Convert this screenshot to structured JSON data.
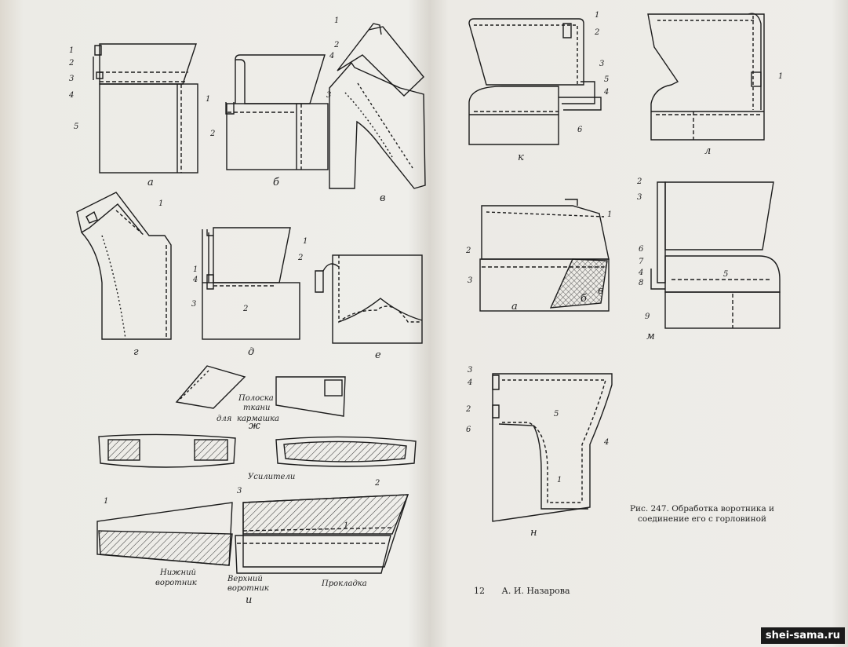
{
  "figure": {
    "caption": "Рис. 247. Обработка воротника и соединение его с горловиной",
    "page_number": "12",
    "author": "А. И. Назарова",
    "watermark": "shei-sama.ru"
  },
  "sub_labels": {
    "a": "а",
    "b": "б",
    "v": "в",
    "g": "г",
    "d": "д",
    "e": "е",
    "zh": "ж",
    "i": "и",
    "k": "к",
    "l": "л",
    "m": "м",
    "n": "н",
    "m_a": "а",
    "m_b": "б",
    "m_v": "в"
  },
  "annotations": {
    "strip_line1": "Полоска",
    "strip_line2": "ткани",
    "strip_line3": "для",
    "strip_line4": "кармашка",
    "reinforcements": "Усилители",
    "lower_collar": "Нижний",
    "lower_collar2": "воротник",
    "upper_collar": "Верхний",
    "upper_collar2": "воротник",
    "interlining": "Прокладка"
  },
  "numbers": {
    "n1": "1",
    "n2": "2",
    "n3": "3",
    "n4": "4",
    "n5": "5",
    "n6": "6",
    "n7": "7",
    "n8": "8",
    "n9": "9"
  }
}
